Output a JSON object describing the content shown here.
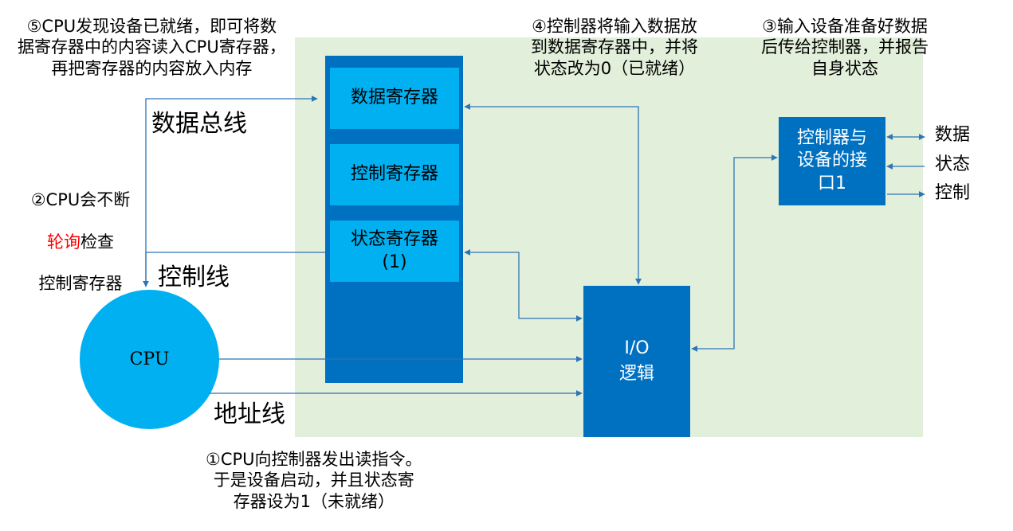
{
  "colors": {
    "panel_bg": "#e2efda",
    "controller_dark": "#0070c0",
    "register_light": "#00b0f0",
    "cpu_fill": "#00b0f0",
    "arrow": "#2e75b6",
    "highlight_red": "#ff0000"
  },
  "registers": {
    "data_register": "数据寄存器",
    "control_register": "控制寄存器",
    "status_register": "状态寄存器\n(1)"
  },
  "io_logic": "I/O\n逻辑",
  "interface": "控制器与\n设备的接\n口1",
  "interface_signals": {
    "data": "数据",
    "status": "状态",
    "control": "控制"
  },
  "cpu": "CPU",
  "buses": {
    "data_bus": "数据总线",
    "control_line": "控制线",
    "address_line": "地址线"
  },
  "steps": {
    "step1": "①CPU向控制器发出读指令。\n于是设备启动，并且状态寄\n存器设为1（未就绪）",
    "step2_prefix": "②CPU会不断",
    "step2_red": "轮询",
    "step2_mid": "检查",
    "step2_suffix": "控制寄存器",
    "step3": "③输入设备准备好数据\n后传给控制器，并报告\n自身状态",
    "step4": "④控制器将输入数据放\n到数据寄存器中，并将\n状态改为0（已就绪）",
    "step5": "⑤CPU发现设备已就绪，即可将数\n据寄存器中的内容读入CPU寄存器，\n再把寄存器的内容放入内存"
  }
}
